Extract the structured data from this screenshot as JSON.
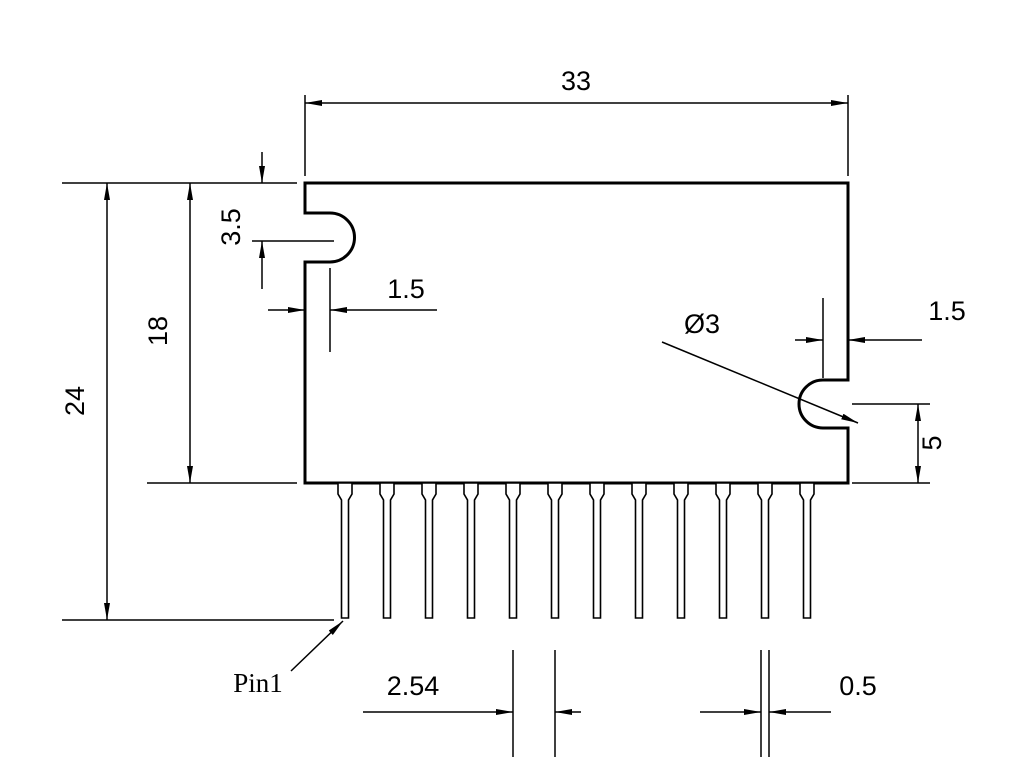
{
  "page": {
    "background": "#ffffff",
    "line_color": "#000000"
  },
  "drawing": {
    "pin_count": 12,
    "labels": {
      "body_width": "33",
      "overall_height": "24",
      "body_height": "18",
      "notch_top_offset": "3.5",
      "notch_left_inset": "1.5",
      "hole_diameter": "Ø3",
      "notch_right_inset": "1.5",
      "notch_bottom_offset": "5",
      "pin_pitch": "2.54",
      "pin_width": "0.5",
      "pin1": "Pin1"
    }
  }
}
